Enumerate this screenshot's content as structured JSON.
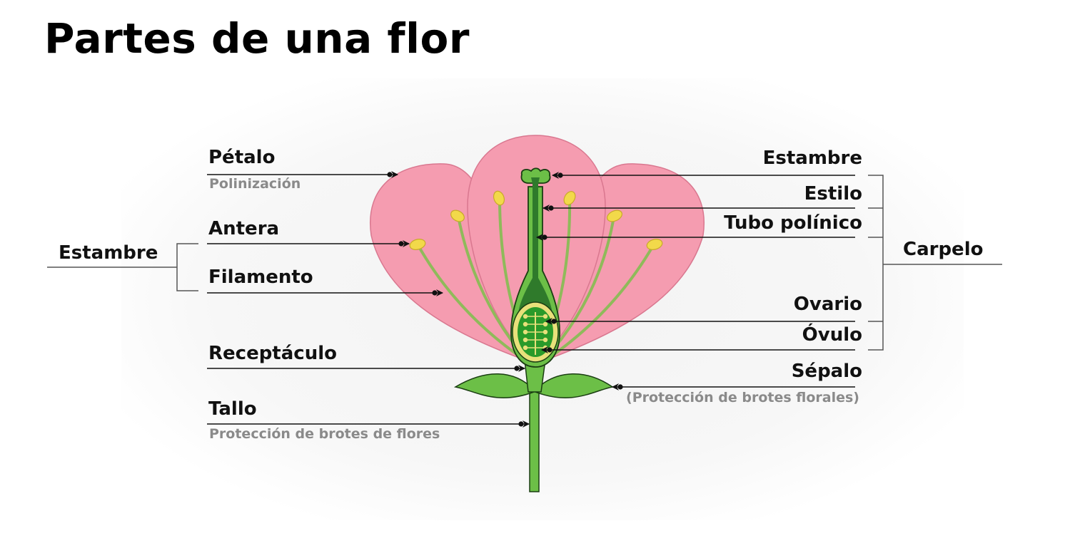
{
  "title": "Partes de una flor",
  "colors": {
    "petal": "#f59cb0",
    "petal_stroke": "#d9778f",
    "green": "#6cbf47",
    "dark_green": "#2f7a2b",
    "anther": "#f2d94a",
    "ovule": "#e8e07a",
    "leader_line": "#111111",
    "subtitle_gray": "#8a8a8a"
  },
  "left_labels": {
    "petalo": {
      "label": "Pétalo",
      "note": "Polinización"
    },
    "antera": {
      "label": "Antera"
    },
    "filamento": {
      "label": "Filamento"
    },
    "receptaculo": {
      "label": "Receptáculo"
    },
    "tallo": {
      "label": "Tallo",
      "note": "Protección de brotes de flores"
    }
  },
  "left_group": {
    "label": "Estambre"
  },
  "right_labels": {
    "estambre": {
      "label": "Estambre"
    },
    "estilo": {
      "label": "Estilo"
    },
    "tubo": {
      "label": "Tubo polínico"
    },
    "ovario": {
      "label": "Ovario"
    },
    "ovulo": {
      "label": "Óvulo"
    },
    "sepalo": {
      "label": "Sépalo",
      "note": "(Protección de brotes florales)"
    }
  },
  "right_group": {
    "label": "Carpelo"
  }
}
